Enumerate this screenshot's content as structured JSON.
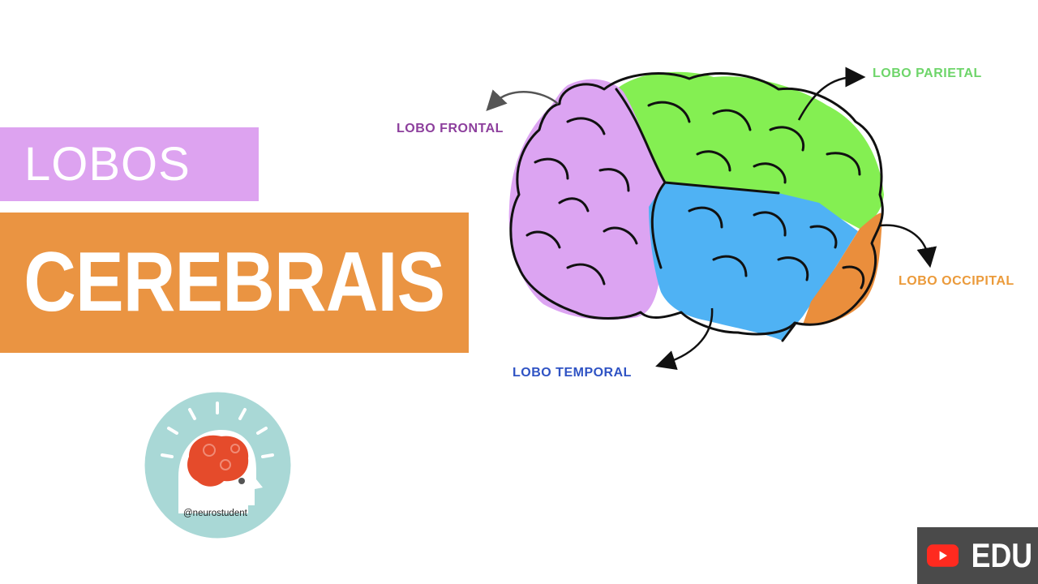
{
  "title": {
    "line1": "LOBOS",
    "line2": "CEREBRAIS"
  },
  "diagram": {
    "labels": {
      "frontal": "LOBO FRONTAL",
      "parietal": "LOBO PARIETAL",
      "occipital": "LOBO OCCIPITAL",
      "temporal": "LOBO TEMPORAL"
    },
    "colors": {
      "frontal": "#dca4f2",
      "parietal": "#84ef52",
      "temporal": "#4fb2f4",
      "occipital": "#ea8e3c",
      "frontal_label": "#8d3f9d",
      "parietal_label": "#6ed56a",
      "occipital_label": "#eb9a3a",
      "temporal_label": "#2f53c4"
    }
  },
  "logo": {
    "handle": "@neurostudent"
  },
  "badge": {
    "text": "EDU",
    "icon": "youtube-play-icon"
  }
}
